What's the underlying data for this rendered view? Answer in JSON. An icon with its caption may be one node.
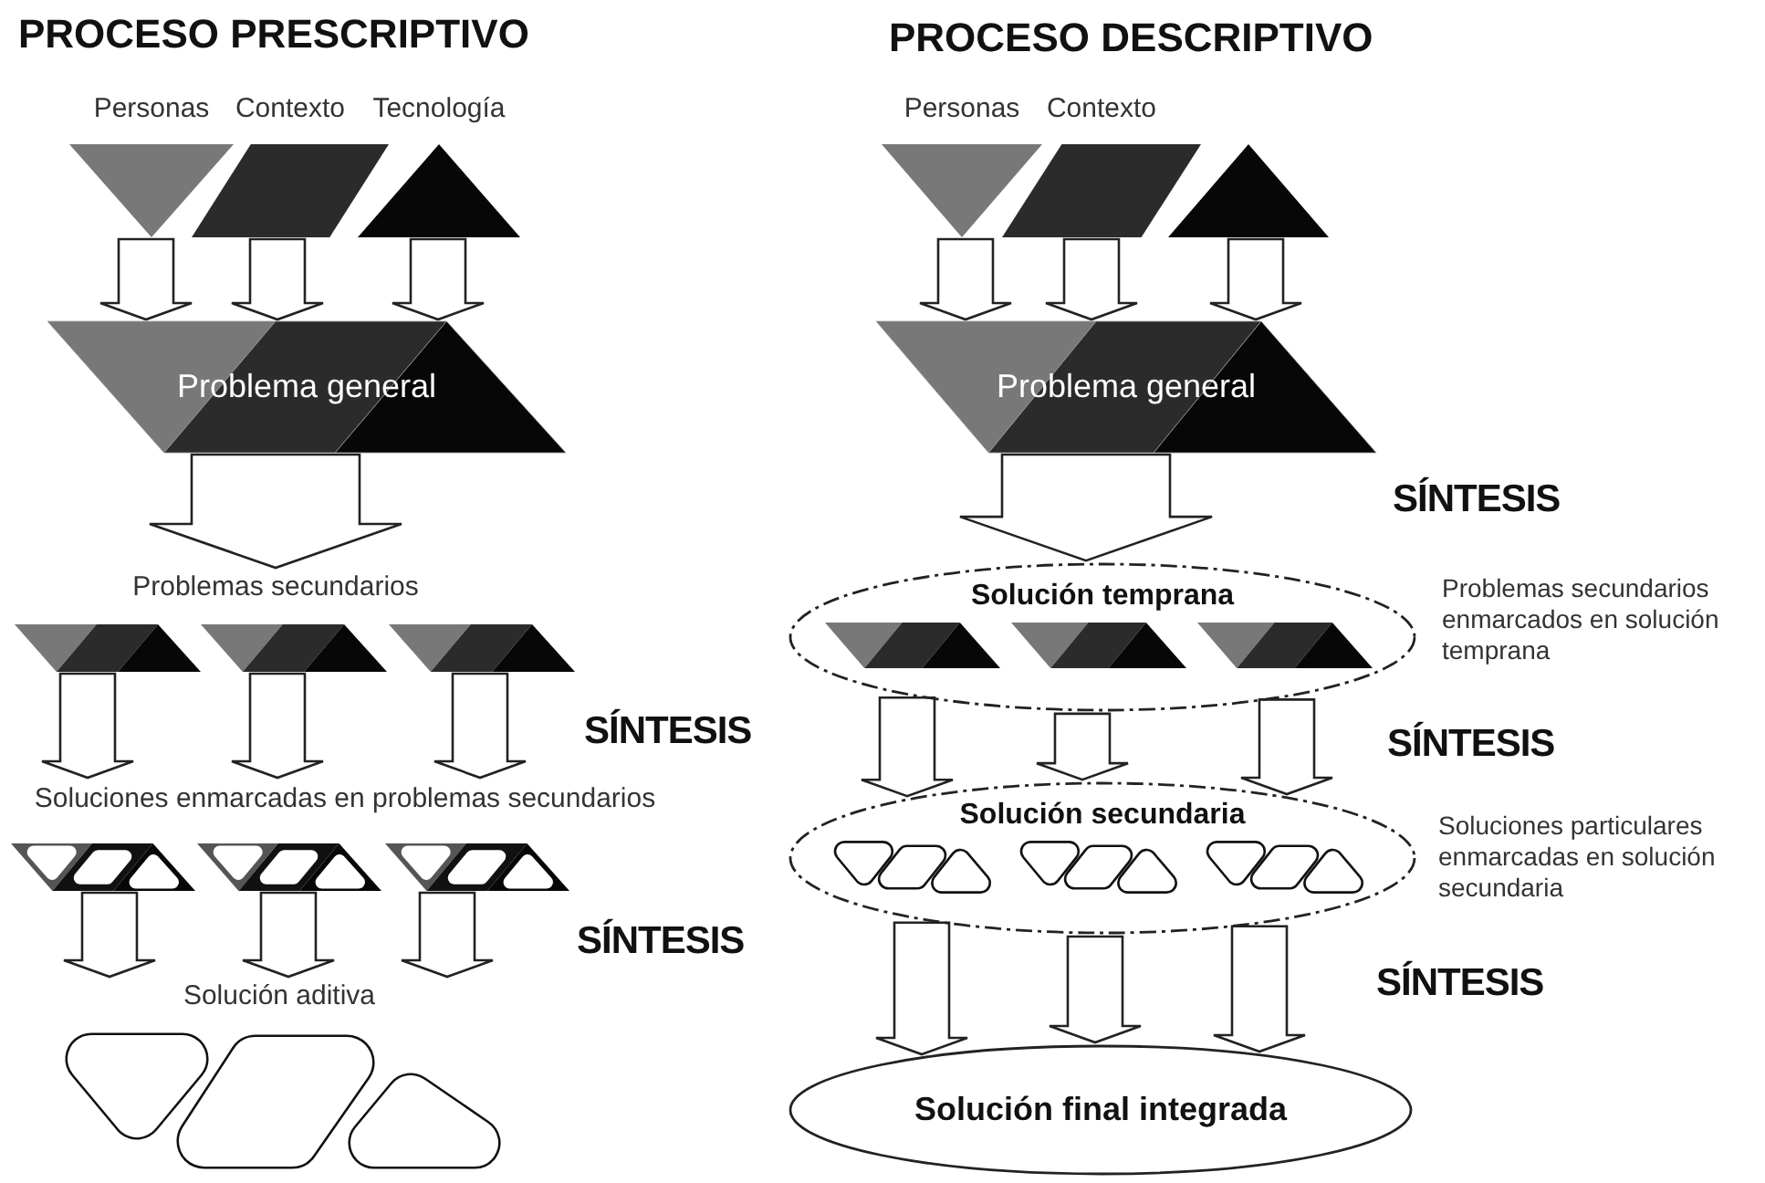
{
  "diagram": {
    "nodes": [
      {
        "text": [
          "Personas"
        ]
      },
      {
        "text": [
          "Contexto"
        ]
      },
      {
        "text": [
          "Tecnología"
        ]
      },
      {
        "text": [
          "Problema general"
        ]
      },
      {
        "text": [
          "Problemas secundarios"
        ]
      },
      {
        "text": [],
        "shape": "parallelogram"
      },
      {
        "text": [],
        "shape": "parallelogram"
      },
      {
        "text": [],
        "shape": "parallelogram"
      },
      {
        "text": [
          "Soluciones enmarcadas en problemas secundarios"
        ]
      },
      {
        "text": [],
        "shape": "parallelogram"
      },
      {
        "text": [],
        "shape": "parallelogram"
      },
      {
        "text": [],
        "shape": "parallelogram"
      },
      {
        "text": [
          "Solución aditiva"
        ]
      },
      {
        "text": [
          "Personas"
        ]
      },
      {
        "text": [
          "Contexto"
        ]
      },
      {
        "text": [],
        "shape": "triangle"
      },
      {
        "text": [
          "Problema general"
        ]
      },
      {
        "text": [
          "Solución temprana"
        ],
        "beside": [
          "Problemas secundarios enmarcados en solución temprana"
        ]
      },
      {
        "text": [],
        "shape": "parallelogram",
        "in": 17
      },
      {
        "text": [],
        "shape": "parallelogram",
        "in": 17
      },
      {
        "text": [],
        "shape": "parallelogram",
        "in": 17
      },
      {
        "text": [
          "Solución secundaria"
        ],
        "beside": [
          "Soluciones particulares enmarcadas en solución secundaria"
        ]
      },
      {
        "text": [],
        "shape": "blob",
        "in": 21
      },
      {
        "text": [],
        "shape": "blob",
        "in": 21
      },
      {
        "text": [],
        "shape": "blob",
        "in": 21
      },
      {
        "text": [
          "Solución final integrada"
        ]
      }
    ],
    "edges": [
      {
        "from": 0,
        "to": 3,
        "arrow": "to"
      },
      {
        "from": 1,
        "to": 3,
        "arrow": "to"
      },
      {
        "from": 2,
        "to": 3,
        "arrow": "to"
      },
      {
        "from": 3,
        "to": 4,
        "arrow": "to"
      },
      {
        "from": 5,
        "to": 8,
        "arrow": "to"
      },
      {
        "from": 6,
        "to": 8,
        "arrow": "to"
      },
      {
        "from": 7,
        "to": 8,
        "arrow": "to"
      },
      {
        "from": 9,
        "to": 12,
        "arrow": "to"
      },
      {
        "from": 10,
        "to": 12,
        "arrow": "to"
      },
      {
        "from": 11,
        "to": 12,
        "arrow": "to"
      },
      {
        "from": 13,
        "to": 16,
        "arrow": "to"
      },
      {
        "from": 14,
        "to": 16,
        "arrow": "to"
      },
      {
        "from": 15,
        "to": 16,
        "arrow": "to"
      },
      {
        "from": 16,
        "to": 17,
        "arrow": "to"
      },
      {
        "from": 17,
        "to": 21,
        "arrow": "to"
      },
      {
        "from": 17,
        "to": 21,
        "arrow": "to"
      },
      {
        "from": 17,
        "to": 21,
        "arrow": "to"
      },
      {
        "from": 21,
        "to": 25,
        "arrow": "to"
      },
      {
        "from": 21,
        "to": 25,
        "arrow": "to"
      },
      {
        "from": 21,
        "to": 25,
        "arrow": "to"
      }
    ],
    "labels": [
      "PROCESO PRESCRIPTIVO",
      "PROCESO DESCRIPTIVO",
      "SÍNTESIS",
      "SÍNTESIS",
      "SÍNTESIS",
      "SÍNTESIS",
      "SÍNTESIS"
    ]
  }
}
